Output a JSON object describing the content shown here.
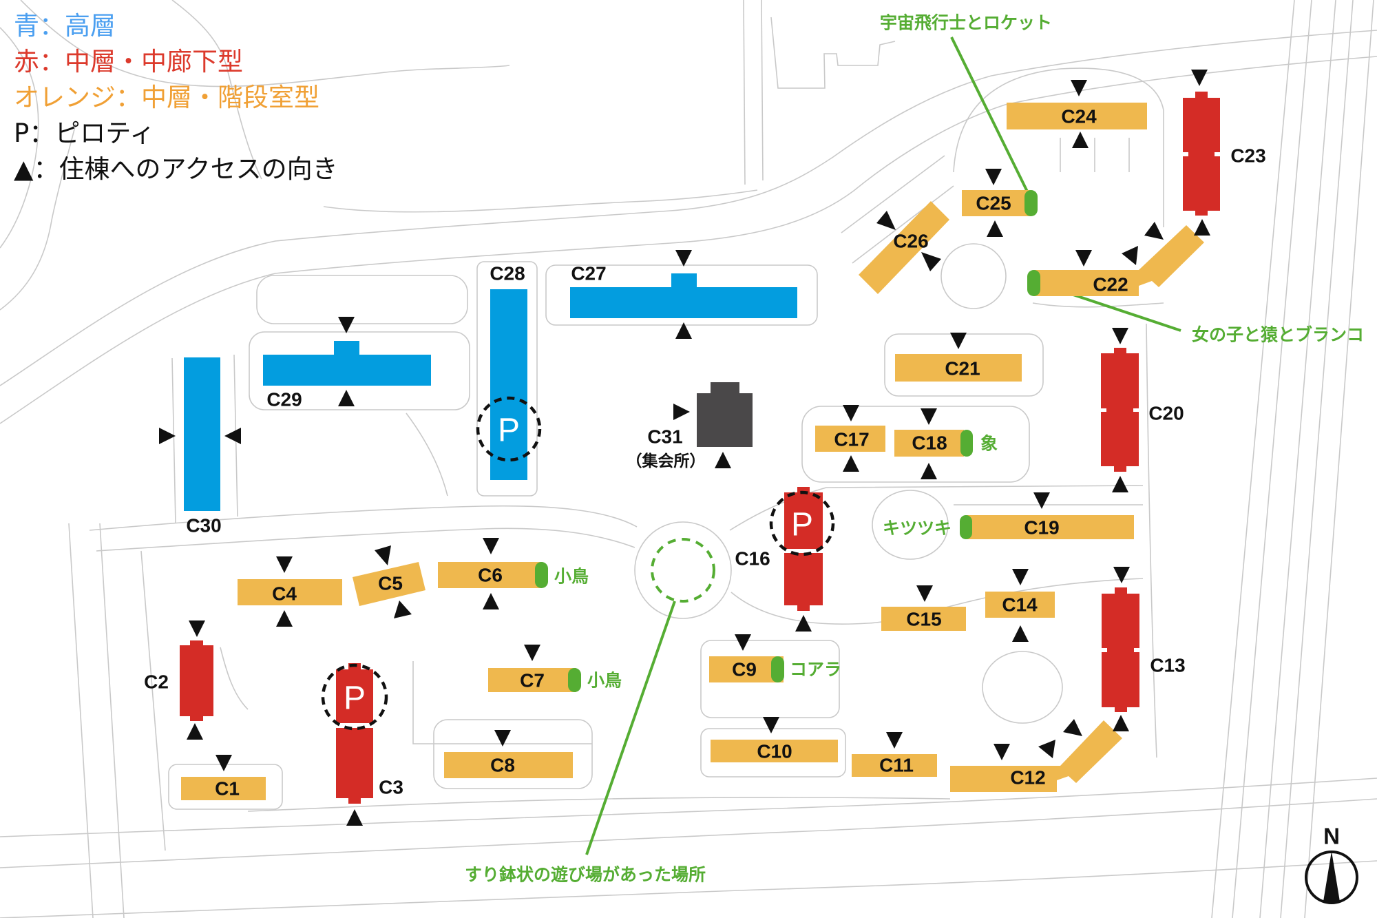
{
  "legend": {
    "separator": "：",
    "items": [
      {
        "key": "青",
        "label": "高層"
      },
      {
        "key": "赤",
        "label": "中層・中廊下型"
      },
      {
        "key": "オレンジ",
        "label": "中層・階段室型"
      },
      {
        "key": "P",
        "label": "ピロティ"
      },
      {
        "key": "▲",
        "label": "住棟へのアクセスの向き"
      }
    ]
  },
  "colors": {
    "legend_blue": "#4b9ff0",
    "legend_red": "#dc3a2c",
    "legend_orange": "#f0a035",
    "legend_black": "#111111",
    "high_rise": "#039ddf",
    "mid_rise_corridor": "#d42c26",
    "mid_rise_staircase": "#efb84e",
    "meeting_hall": "#4a4849",
    "annotation_green": "#55ad33",
    "road_outline": "#c9c9c9",
    "label_text": "#111111"
  },
  "buildings": {
    "high_rise": [
      {
        "label": "C27"
      },
      {
        "label": "C28"
      },
      {
        "label": "C29"
      },
      {
        "label": "C30"
      }
    ],
    "mid_rise_corridor": [
      {
        "label": "C2"
      },
      {
        "label": "C3"
      },
      {
        "label": "C13"
      },
      {
        "label": "C16"
      },
      {
        "label": "C20"
      },
      {
        "label": "C23"
      }
    ],
    "mid_rise_staircase": [
      {
        "label": "C1"
      },
      {
        "label": "C4"
      },
      {
        "label": "C5"
      },
      {
        "label": "C6"
      },
      {
        "label": "C7"
      },
      {
        "label": "C8"
      },
      {
        "label": "C9"
      },
      {
        "label": "C10"
      },
      {
        "label": "C11"
      },
      {
        "label": "C12"
      },
      {
        "label": "C14"
      },
      {
        "label": "C15"
      },
      {
        "label": "C17"
      },
      {
        "label": "C18"
      },
      {
        "label": "C19"
      },
      {
        "label": "C21"
      },
      {
        "label": "C22"
      },
      {
        "label": "C24"
      },
      {
        "label": "C25"
      },
      {
        "label": "C26"
      }
    ],
    "meeting_hall": [
      {
        "label": "C31",
        "sublabel": "（集会所）"
      }
    ]
  },
  "piloti_marker": "P",
  "sculptures": [
    {
      "label": "小鳥"
    },
    {
      "label": "小鳥"
    },
    {
      "label": "コアラ"
    },
    {
      "label": "象"
    },
    {
      "label": "キツツキ"
    }
  ],
  "callouts": [
    {
      "label": "宇宙飛行士とロケット"
    },
    {
      "label": "女の子と猿とブランコ"
    },
    {
      "label": "すり鉢状の遊び場があった場所"
    }
  ],
  "compass": {
    "north_label": "N"
  }
}
